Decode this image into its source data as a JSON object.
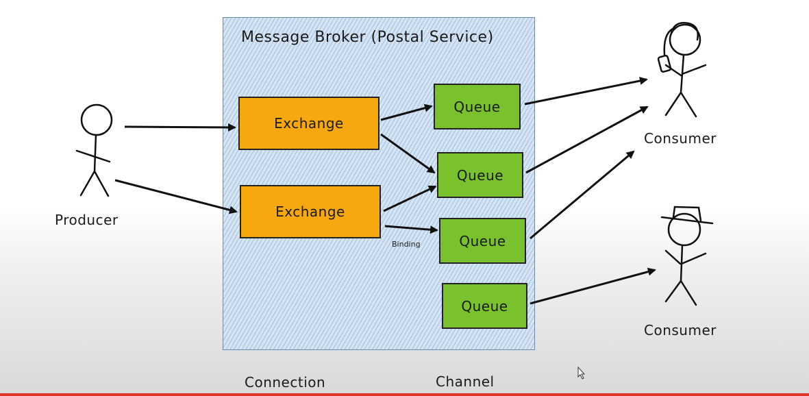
{
  "diagram": {
    "broker_title": "Message Broker (Postal Service)",
    "exchanges": [
      "Exchange",
      "Exchange"
    ],
    "queues": [
      "Queue",
      "Queue",
      "Queue",
      "Queue"
    ],
    "producer_label": "Producer",
    "consumers": [
      "Consumer",
      "Consumer"
    ],
    "binding_label": "Binding",
    "connection_label": "Connection",
    "channel_label": "Channel"
  },
  "colors": {
    "exchange": "#f8a80f",
    "queue": "#79c12d",
    "broker_fill": "#d4e4f3",
    "bottom_bar": "#e0342c"
  },
  "icons": [
    "producer-stick-figure",
    "consumer-stick-figure-ponytail",
    "consumer-stick-figure-hat",
    "mouse-cursor-icon"
  ]
}
